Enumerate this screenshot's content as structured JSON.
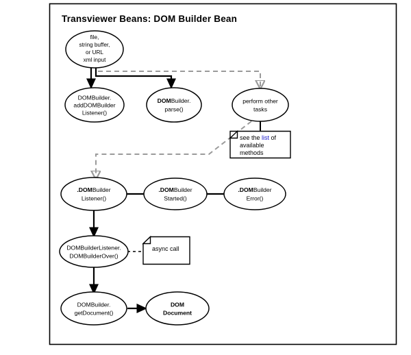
{
  "panel": {
    "title": "Transviewer Beans: DOM Builder Bean",
    "border_color": "#000000",
    "background": "#ffffff"
  },
  "colors": {
    "solid_edge": "#000000",
    "dashed_edge": "#9a9a9a",
    "link": "#2020cc",
    "node_fill": "#ffffff",
    "node_stroke": "#000000"
  },
  "nodes": {
    "input": {
      "name": "xml-input",
      "lines": [
        "file,",
        "string buffer,",
        "or URL",
        "xml input"
      ]
    },
    "add_listener": {
      "name": "add-dom-builder-listener",
      "lines": [
        "DOMBuilder.",
        "addDOMBuilder",
        "Listener()"
      ]
    },
    "parse": {
      "name": "dom-builder-parse",
      "bold_prefix": "DOM",
      "rest": "Builder.",
      "line2": "parse()"
    },
    "perform_other": {
      "name": "perform-other-tasks",
      "line1": "perform other",
      "line2": "tasks"
    },
    "listener": {
      "name": "dom-builder-listener",
      "bold_prefix": ".DOM",
      "rest": "Builder",
      "line2": "Listener()"
    },
    "started": {
      "name": "dom-builder-started",
      "bold_prefix": ".DOM",
      "rest": "Builder",
      "line2": "Started()"
    },
    "error": {
      "name": "dom-builder-error",
      "bold_prefix": ".DOM",
      "rest": "Builder",
      "line2": "Error()"
    },
    "over": {
      "name": "dom-builder-over",
      "line1": "DOMBuilderListener.",
      "line2": "DOMBuilderOver()"
    },
    "get_document": {
      "name": "dom-builder-get-document",
      "line1": "DOMBuilder.",
      "line2": "getDocument()"
    },
    "dom_document": {
      "name": "dom-document",
      "line1": "DOM",
      "line2": "Document"
    }
  },
  "notes": {
    "methods_note": {
      "name": "available-methods-note",
      "line1_a": "see the ",
      "line1_link": "list",
      "line1_b": " of",
      "line2": "available",
      "line3": "methods"
    },
    "async_note": {
      "name": "async-call-note",
      "text": "async call"
    }
  }
}
